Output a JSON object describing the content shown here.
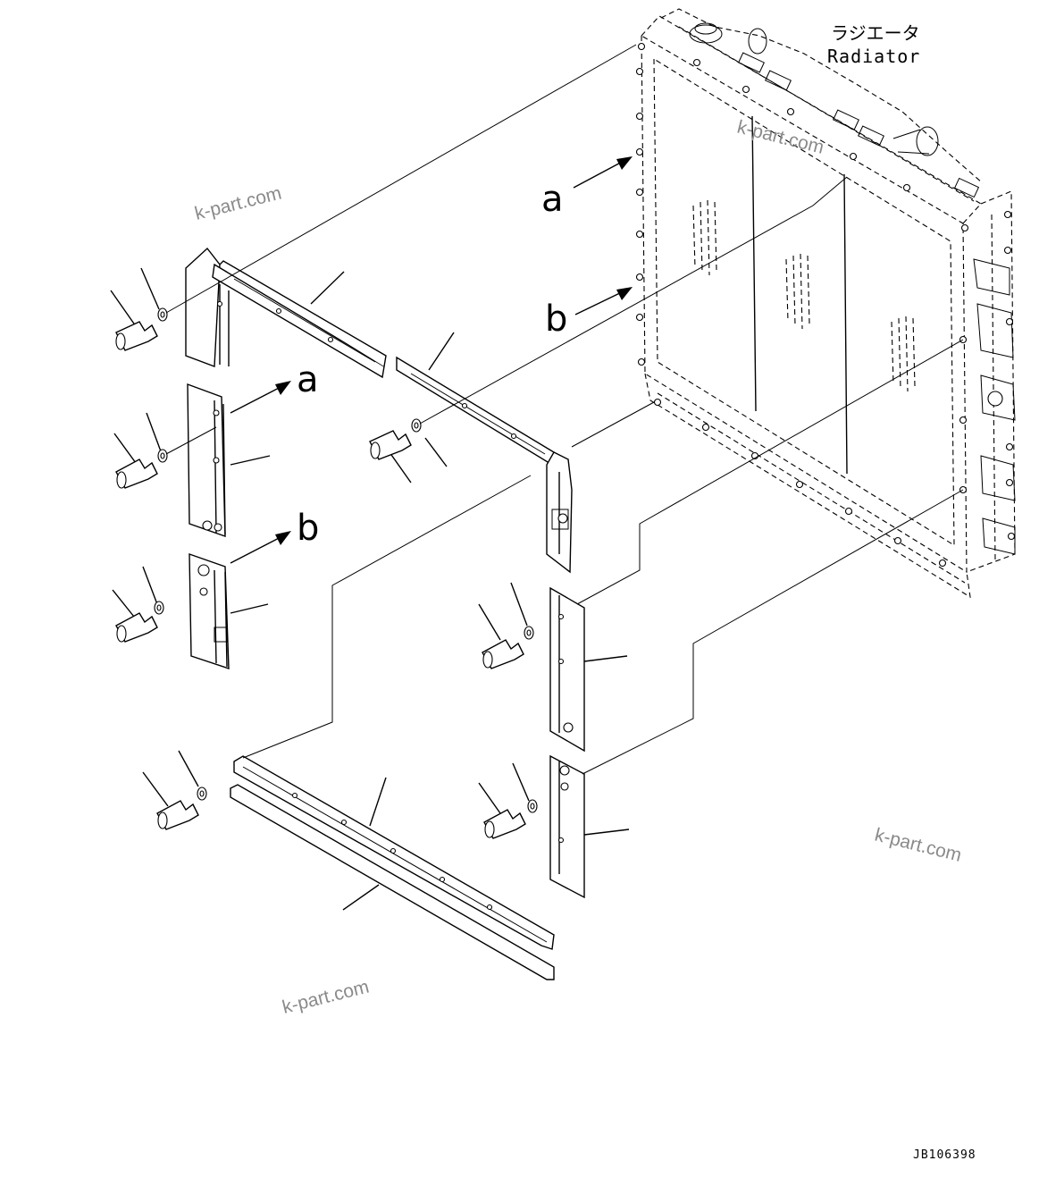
{
  "labels": {
    "radiator_jp": "ラジエータ",
    "radiator_en": "Radiator",
    "view_a": "a",
    "view_b": "b",
    "drawing_code": "JB106398"
  },
  "watermarks": [
    "k-part.com",
    "k-part.com",
    "k-part.com",
    "k-part.com"
  ]
}
